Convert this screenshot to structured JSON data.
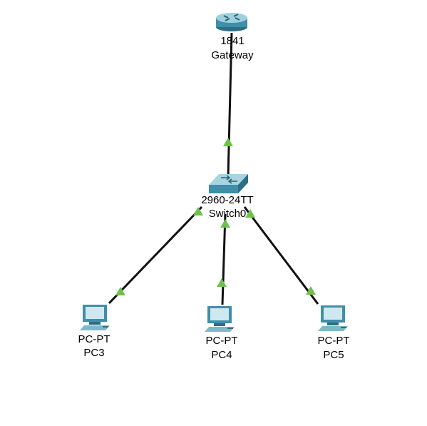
{
  "topology": {
    "devices": [
      {
        "id": "router",
        "kind": "router",
        "model": "1841",
        "name": "Gateway",
        "icon": "router-icon"
      },
      {
        "id": "switch",
        "kind": "switch",
        "model": "2960-24TT",
        "name": "Switch0",
        "icon": "switch-icon"
      },
      {
        "id": "pc3",
        "kind": "pc",
        "model": "PC-PT",
        "name": "PC3",
        "icon": "pc-icon"
      },
      {
        "id": "pc4",
        "kind": "pc",
        "model": "PC-PT",
        "name": "PC4",
        "icon": "pc-icon"
      },
      {
        "id": "pc5",
        "kind": "pc",
        "model": "PC-PT",
        "name": "PC5",
        "icon": "pc-icon"
      }
    ],
    "links": [
      {
        "from": "switch",
        "to": "router",
        "status": "up"
      },
      {
        "from": "switch",
        "to": "pc3",
        "status": "up"
      },
      {
        "from": "switch",
        "to": "pc4",
        "status": "up"
      },
      {
        "from": "switch",
        "to": "pc5",
        "status": "up"
      }
    ],
    "colors": {
      "link": "#111111",
      "link_up_indicator": "#6cc24a",
      "device_body": "#3f8fa8",
      "device_light": "#a8d4e2"
    }
  }
}
